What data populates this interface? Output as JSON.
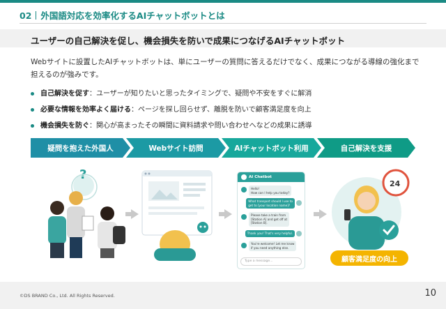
{
  "header": {
    "section_number": "02",
    "section_title": "外国語対応を効率化するAIチャットボットとは"
  },
  "subtitle": "ユーザーの自己解決を促し、機会損失を防いで成果につなげるAIチャットボット",
  "intro": "Webサイトに設置したAIチャットボットは、単にユーザーの質問に答えるだけでなく、成果につながる導線の強化まで担えるのが強みです。",
  "bullets": [
    {
      "term": "自己解決を促す",
      "desc": "：ユーザーが知りたいと思ったタイミングで、疑問や不安をすぐに解消"
    },
    {
      "term": "必要な情報を効率よく届ける",
      "desc": "：ページを探し回らせず、離脱を防いで顧客満足度を向上"
    },
    {
      "term": "機会損失を防ぐ",
      "desc": "：関心が高まったその瞬間に資料請求や問い合わせへなどの成果に誘導"
    }
  ],
  "flow_steps": [
    "疑問を抱えた外国人",
    "Webサイト訪問",
    "AIチャットボット利用",
    "自己解決を支援"
  ],
  "illustration": {
    "question_mark": "?",
    "chat": {
      "title": "AI Chatbot",
      "messages": [
        {
          "from": "bot",
          "text": "Hello!\nHow can I help you today?"
        },
        {
          "from": "user",
          "text": "What transport should I use to\nget to [your location name]?"
        },
        {
          "from": "bot",
          "text": "Please take a train from\n[Station A] and get off at\n[Station B]."
        },
        {
          "from": "user",
          "text": "Thank you! That's very helpful."
        },
        {
          "from": "bot",
          "text": "You're welcome! Let me know\nif you need anything else."
        }
      ],
      "input_placeholder": "Type a message..."
    },
    "clock_number": "24",
    "result_label": "顧客満足度の向上"
  },
  "footer": {
    "copyright": "©DS BRAND Co., Ltd. All Rights Reserved.",
    "page_number": "10"
  },
  "colors": {
    "accent": "#1a8a84",
    "flow_1": "#1f8fa6",
    "flow_2": "#1c9aa4",
    "flow_3": "#17a89c",
    "flow_4": "#0f9b86",
    "highlight": "#f4b400"
  }
}
